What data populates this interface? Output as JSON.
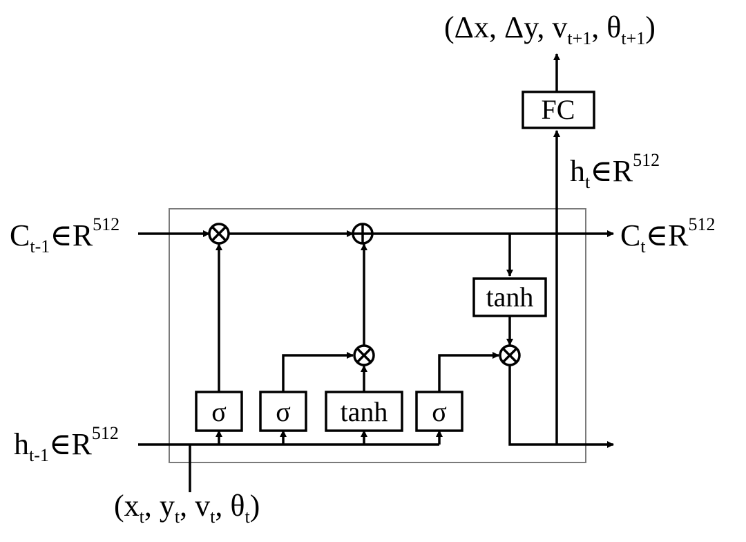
{
  "labels": {
    "c_prev": {
      "base": "C",
      "sub": "t-1",
      "mid": "∈R",
      "sup": "512"
    },
    "c_next": {
      "base": "C",
      "sub": "t",
      "mid": "∈R",
      "sup": "512"
    },
    "h_prev": {
      "base": "h",
      "sub": "t-1",
      "mid": "∈R",
      "sup": "512"
    },
    "h_out": {
      "base": "h",
      "sub": "t",
      "mid": "∈R",
      "sup": "512"
    },
    "input": {
      "open": "(x",
      "s1": "t",
      "p2": ", y",
      "s2": "t",
      "p3": ", v",
      "s3": "t",
      "p4": ", θ",
      "s4": "t",
      "close": ")"
    },
    "output": {
      "open": "(Δx, Δy, v",
      "s1": "t+1",
      "p2": ", θ",
      "s2": "t+1",
      "close": ")"
    }
  },
  "boxes": {
    "forget_gate": "σ",
    "input_gate": "σ",
    "candidate": "tanh",
    "output_gate": "σ",
    "cell_tanh": "tanh",
    "fc": "FC"
  },
  "operators": {
    "multiply": "⊗",
    "add": "⊕"
  }
}
